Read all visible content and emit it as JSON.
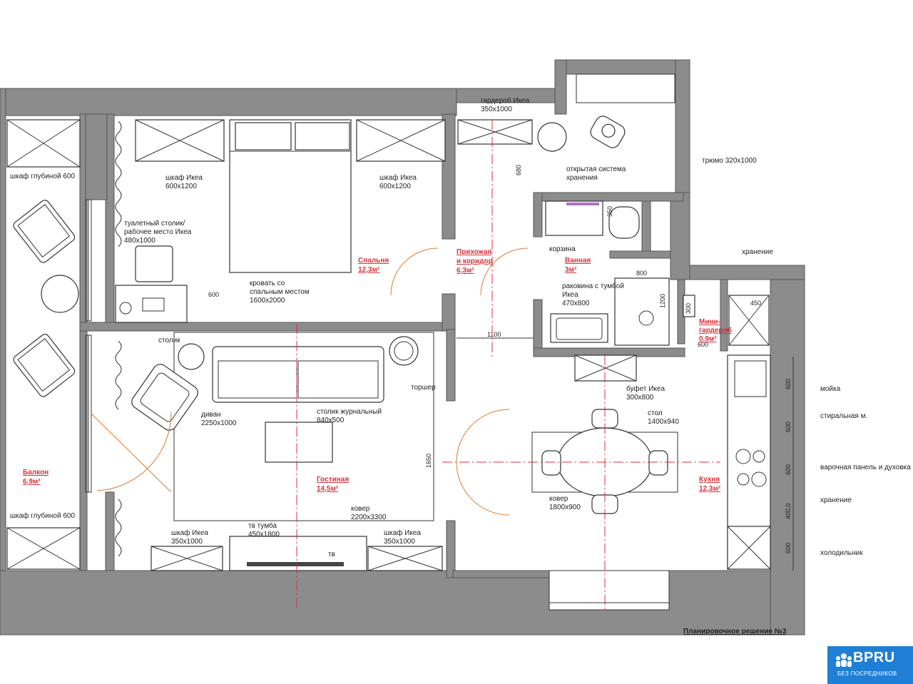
{
  "rooms": {
    "bedroom": "Спальня\n12,3м²",
    "hallway_1": "Прихожая",
    "hallway_2": "и коридор",
    "hallway_3": "6,3м²",
    "bathroom_1": "Ванная",
    "bathroom_2": "3м²",
    "balcony_1": "Балкон",
    "balcony_2": "6,9м²",
    "living_1": "Гостиная",
    "living_2": "14,5м²",
    "kitchen_1": "Кухня",
    "kitchen_2": "12,3м²",
    "mini_wardrobe_1": "Мини-",
    "mini_wardrobe_2": "гардероб",
    "mini_wardrobe_3": "0,9м²",
    "bedroom_1": "Спальня",
    "bedroom_2": "12,3м²"
  },
  "labels": {
    "wardrobe_top_1": "гардероб Икеа",
    "wardrobe_top_2": "350х1000",
    "trumo": "трюмо 320х1000",
    "open_storage_1": "открытая система",
    "open_storage_2": "хранения",
    "basket": "корзина",
    "sink_1": "раковина с тумбой",
    "sink_2": "Икеа",
    "sink_3": "470х800",
    "storage_top": "хранение",
    "balcony_cab_top": "шкаф глубиной 600",
    "balcony_cab_bottom": "шкаф глубиной 600",
    "bed_cab_left_1": "шкаф Икеа",
    "bed_cab_left_2": "600х1200",
    "bed_cab_right_1": "шкаф Икеа",
    "bed_cab_right_2": "600х1200",
    "dressing_1": "туалетный столик/",
    "dressing_2": "рабочее место Икеа",
    "dressing_3": "480х1000",
    "bed_1": "кровать со",
    "bed_2": "спальным местом",
    "bed_3": "1600х2000",
    "side_table": "столик",
    "floor_lamp": "торшер",
    "sofa_1": "диван",
    "sofa_2": "2250х1000",
    "coffee_1": "столик журнальный",
    "coffee_2": "840х500",
    "rug_living_1": "ковер",
    "rug_living_2": "2200х3300",
    "liv_cab_left_1": "шкаф Икеа",
    "liv_cab_left_2": "350х1000",
    "tv_stand_1": "тв тумба",
    "tv_stand_2": "450х1800",
    "tv": "тв",
    "liv_cab_right_1": "шкаф Икеа",
    "liv_cab_right_2": "350х1000",
    "buffet_1": "буфет Икеа",
    "buffet_2": "300х800",
    "table_1": "стол",
    "table_2": "1400х940",
    "rug_kitchen_1": "ковер",
    "rug_kitchen_2": "1800х900",
    "sink_k": "мойка",
    "washer": "стиральная м.",
    "hob": "варочная панель и духовка",
    "storage_k": "хранение",
    "fridge": "холодильник",
    "plan_title": "Планировочное решение №3"
  },
  "dimensions": {
    "d680": "680",
    "d350": "350",
    "d800": "800",
    "d1200": "1200",
    "d1100": "1100",
    "d300": "300",
    "d450": "450",
    "d600a": "600",
    "d600bed": "600",
    "d1650": "1650",
    "k600a": "600",
    "k600b": "600",
    "k600c": "600",
    "k400": "400,0",
    "k600d": "600"
  },
  "logo": {
    "brand": "BPRU",
    "tagline": "БЕЗ ПОСРЕДНИКОВ"
  },
  "colors": {
    "wall": "#8c8c8c",
    "accent_red": "#d8323a",
    "door_orange": "#e07a2a",
    "logo_blue": "#1f7fd6"
  }
}
